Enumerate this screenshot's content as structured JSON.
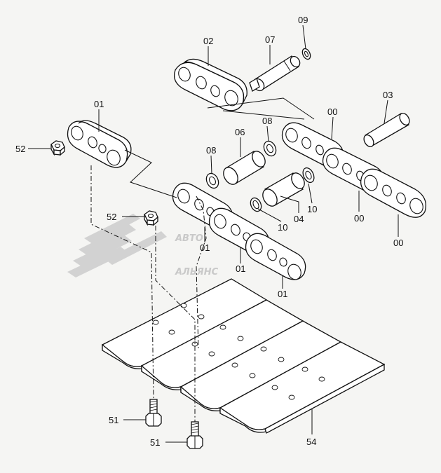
{
  "watermark": {
    "line1": "АВТО",
    "line2": "АЛЬЯНС"
  },
  "callouts": {
    "c_02": "02",
    "c_07": "07",
    "c_09": "09",
    "c_01_top": "01",
    "c_03": "03",
    "c_00_top": "00",
    "c_06": "06",
    "c_08_a": "08",
    "c_08_b": "08",
    "c_52_left": "52",
    "c_52_mid": "52",
    "c_10_a": "10",
    "c_10_b": "10",
    "c_04": "04",
    "c_00_mid": "00",
    "c_00_right": "00",
    "c_01_a": "01",
    "c_01_b": "01",
    "c_01_c": "01",
    "c_51_top": "51",
    "c_51_bottom": "51",
    "c_54": "54"
  },
  "colors": {
    "background": "#f5f5f3",
    "ink": "#111111",
    "watermark": "#c9c9c9"
  }
}
